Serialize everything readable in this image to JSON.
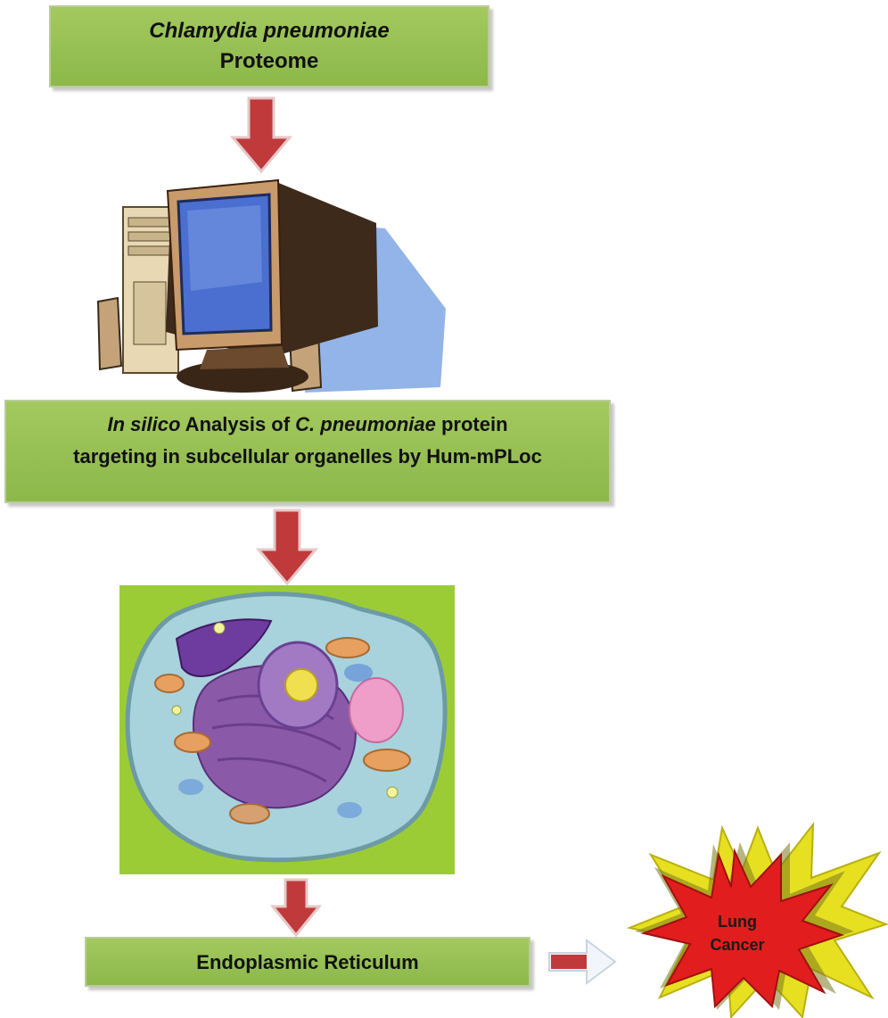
{
  "source": {
    "italic": "Chlamydia pneumoniae",
    "line2": "Proteome"
  },
  "analysis": {
    "line1_italic_a": "In silico",
    "line1_regular": " Analysis of ",
    "line1_italic_b": "C. pneumoniae",
    "line1_end": " protein",
    "line2": "targeting in subcellular organelles by Hum-mPLoc"
  },
  "result": {
    "label": "Endoplasmic Reticulum"
  },
  "outcome": {
    "line1": "Lung",
    "line2": "Cancer"
  },
  "colors": {
    "box_fill": "#97c054",
    "arrow_red": "#c0393b",
    "burst_red": "#e21d1d",
    "burst_yellow": "#e6e020",
    "cell_bg": "#9ccc35"
  }
}
